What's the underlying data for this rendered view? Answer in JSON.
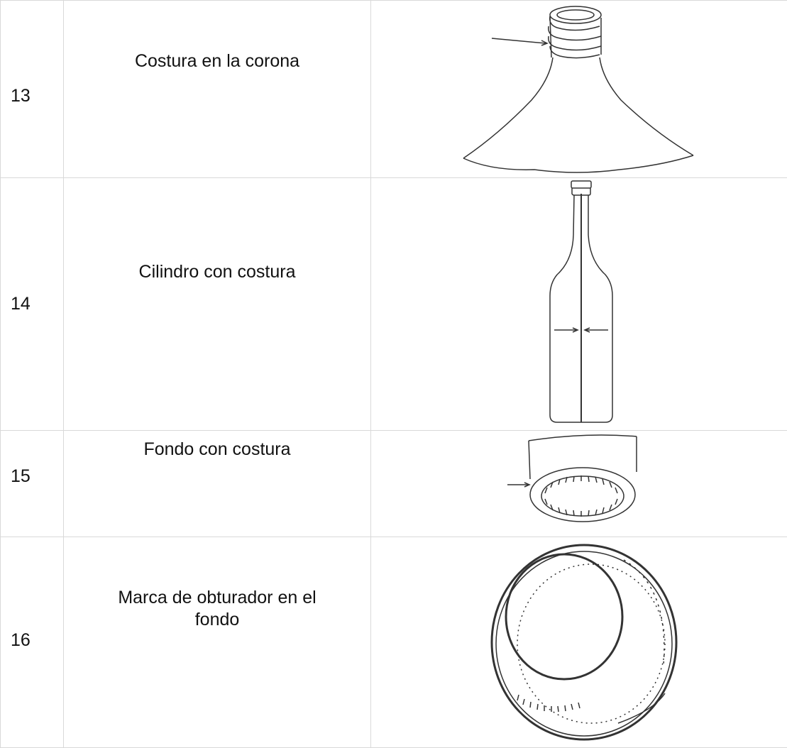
{
  "rows": [
    {
      "number": "13",
      "description": "Costura en la corona",
      "illustration": "bottle-crown-seam-icon"
    },
    {
      "number": "14",
      "description": "Cilindro con costura",
      "illustration": "bottle-cylinder-seam-icon"
    },
    {
      "number": "15",
      "description": "Fondo con costura",
      "illustration": "bottle-bottom-seam-icon"
    },
    {
      "number": "16",
      "description": "Marca de obturador en el fondo",
      "illustration": "bottle-bottom-baffle-mark-icon"
    }
  ]
}
